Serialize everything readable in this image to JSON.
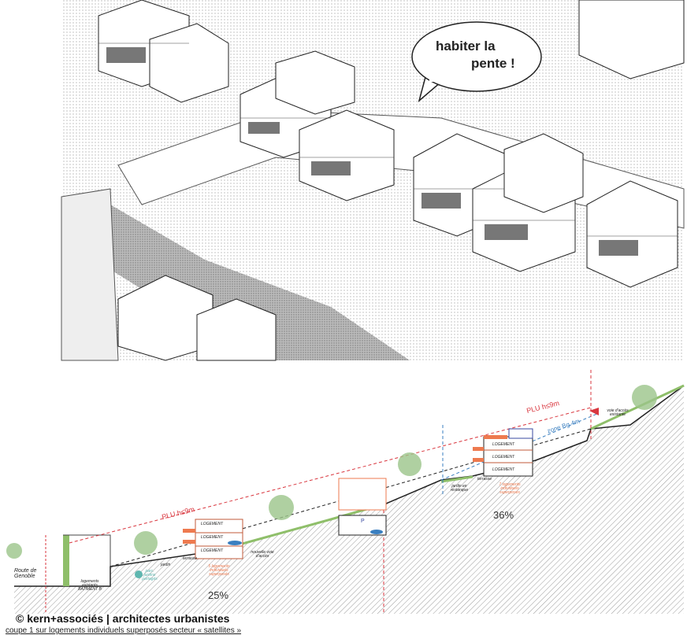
{
  "illustration": {
    "speech_bubble": {
      "line1": "habiter la",
      "line2": "pente !"
    }
  },
  "section": {
    "plu_left": "PLU h≤9m",
    "plu_right": "PLU h≤9m",
    "zone": "zone Bg  4m",
    "route": "Route de Genoble",
    "existing_housing": "logements existants BATIMENT B",
    "jardin_left": "jardin",
    "terrasse_left": "terrasse",
    "nouvelle_voie": "nouvelle voie d'accès",
    "parc_label": "parc. jardins partagés",
    "logements_left": "5 logements individuels superposés",
    "slope_left": "25%",
    "slope_right": "36%",
    "jardin_right": "jardin en restanque",
    "terrasse_right": "terrasse",
    "logements_right": "7 logements individuels superposés",
    "voie_existante": "voie d'accès existante",
    "unit_label": "LOGEMENT",
    "parking": "P"
  },
  "credit": "© kern+associés | architectes urbanistes",
  "caption": "coupe 1 sur logements individuels superposés secteur « satellites »",
  "colors": {
    "plu": "#d9363e",
    "zone": "#3a7fc0",
    "orange": "#ee7a4f",
    "green": "#8fbf6a",
    "teal": "#5fb7b0"
  }
}
